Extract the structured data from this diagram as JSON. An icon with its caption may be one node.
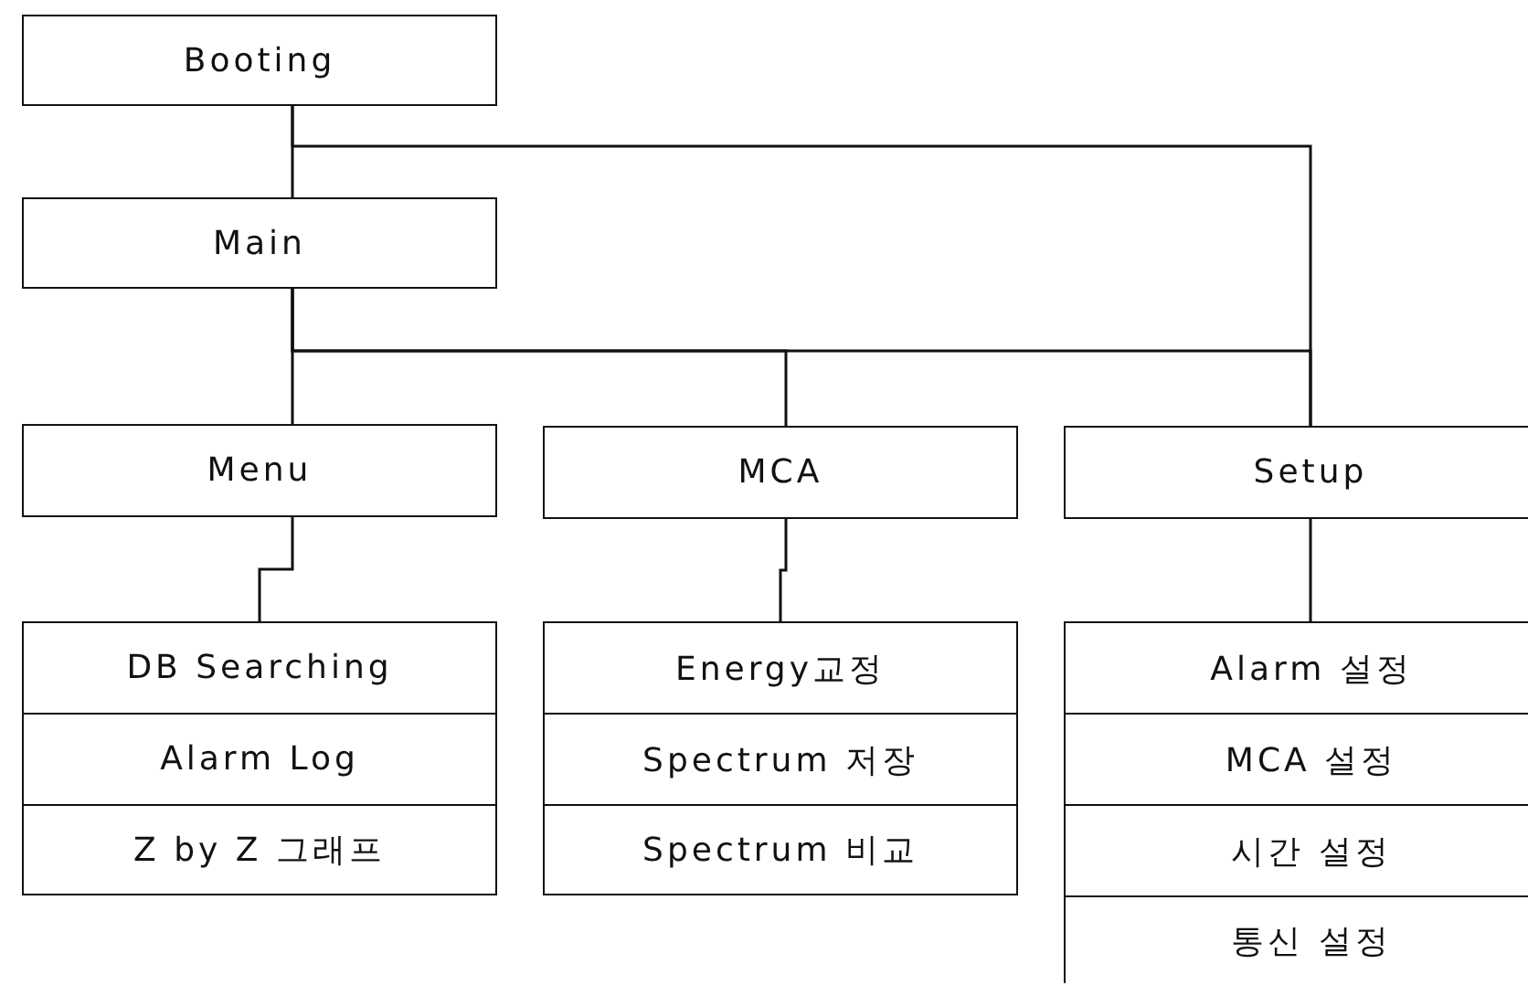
{
  "diagram": {
    "nodes": [
      {
        "text": [
          "Booting"
        ]
      },
      {
        "text": [
          "Main"
        ]
      },
      {
        "text": [
          "Menu"
        ]
      },
      {
        "text": [
          "MCA"
        ]
      },
      {
        "text": [
          "Setup"
        ]
      },
      {
        "text": [
          "DB Searching"
        ]
      },
      {
        "text": [
          "Alarm Log"
        ]
      },
      {
        "text": [
          "Z by Z 그래프"
        ]
      },
      {
        "text": [
          "Energy교정"
        ]
      },
      {
        "text": [
          "Spectrum 저장"
        ]
      },
      {
        "text": [
          "Spectrum 비교"
        ]
      },
      {
        "text": [
          "Alarm 설정"
        ]
      },
      {
        "text": [
          "MCA 설정"
        ]
      },
      {
        "text": [
          "시간 설정"
        ]
      },
      {
        "text": [
          "통신 설정"
        ]
      }
    ],
    "edges": [
      {
        "from": 0,
        "to": 1,
        "arrow": "none"
      },
      {
        "from": 0,
        "to": 4,
        "arrow": "none"
      },
      {
        "from": 1,
        "to": 2,
        "arrow": "none"
      },
      {
        "from": 1,
        "to": 3,
        "arrow": "none"
      },
      {
        "from": 1,
        "to": 4,
        "arrow": "none"
      },
      {
        "from": 2,
        "to": 5,
        "arrow": "none"
      },
      {
        "from": 3,
        "to": 8,
        "arrow": "none"
      },
      {
        "from": 4,
        "to": 11,
        "arrow": "none"
      }
    ]
  }
}
